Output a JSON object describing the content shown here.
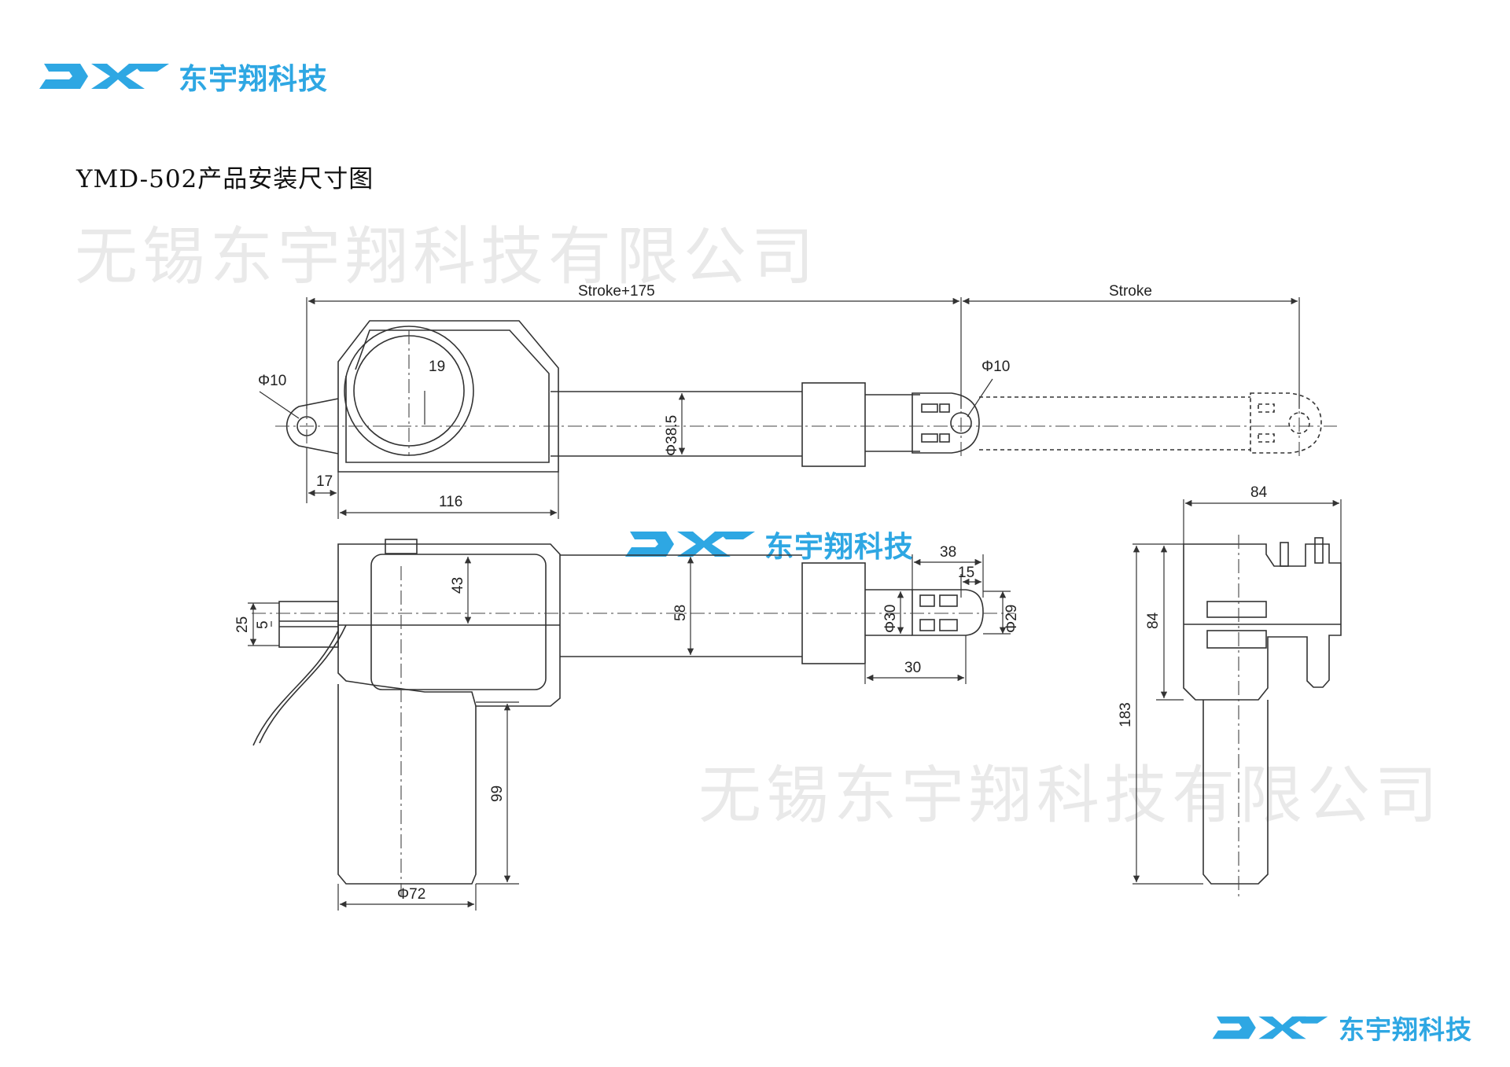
{
  "header": {
    "brand_name": "东宇翔科技"
  },
  "title": "YMD-502产品安装尺寸图",
  "watermark": "无锡东宇翔科技有限公司",
  "dimensions": {
    "stroke_total": "Stroke+175",
    "stroke": "Stroke",
    "pin_dia_rear": "Φ10",
    "pin_dia_front": "Φ10",
    "gear_radius": "19",
    "tube_dia": "Φ38.5",
    "rear_offset": "17",
    "housing_len": "116",
    "height_43": "43",
    "height_58": "58",
    "clevis_25": "25",
    "clevis_5": "5",
    "rod_dia": "Φ30",
    "rod_end_38": "38",
    "rod_end_15": "15",
    "rod_end_dia": "Φ29",
    "rod_end_30": "30",
    "motor_len": "99",
    "motor_dia": "Φ72",
    "side_width": "84",
    "side_84": "84",
    "side_183": "183"
  },
  "colors": {
    "brand": "#2ea7e3",
    "line": "#333333",
    "watermark": "#e9e9e9"
  }
}
